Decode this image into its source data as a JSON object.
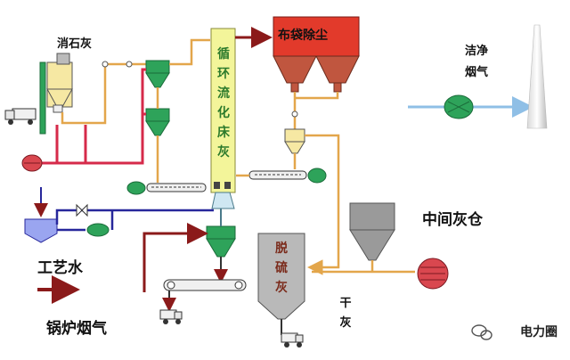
{
  "labels": {
    "limestone_powder": "消石灰",
    "bag_filter": "布袋除尘",
    "circulating_bed_ash": [
      "循",
      "环",
      "流",
      "化",
      "床",
      "灰"
    ],
    "clean_flue_gas": [
      "洁净",
      "烟气"
    ],
    "intermediate_ash_silo": "中间灰仓",
    "process_water": "工艺水",
    "boiler_flue_gas": "锅炉烟气",
    "desulfurization_ash": [
      "脱",
      "硫",
      "灰"
    ],
    "dry_ash": [
      "干",
      "灰"
    ]
  },
  "watermark": "电力圈",
  "icons": [
    "truck-icon",
    "fan-icon",
    "silo-icon",
    "valve-icon",
    "pump-icon",
    "chimney-icon",
    "conveyor-icon",
    "wechat-icon"
  ],
  "colors": {
    "bag_filter": "#e23a2b",
    "hopper_brown": "#c0563f",
    "absorber_yellow": "#f3f59a",
    "equipment_green": "#2ea35a",
    "gas_arrow": "#8b1a1a",
    "water_line": "#27279b",
    "ash_line": "#e3a64b",
    "gas_line_red": "#d62a4a",
    "clean_gas_line": "#8fbfe6",
    "silo_grey": "#9a9a9a"
  }
}
